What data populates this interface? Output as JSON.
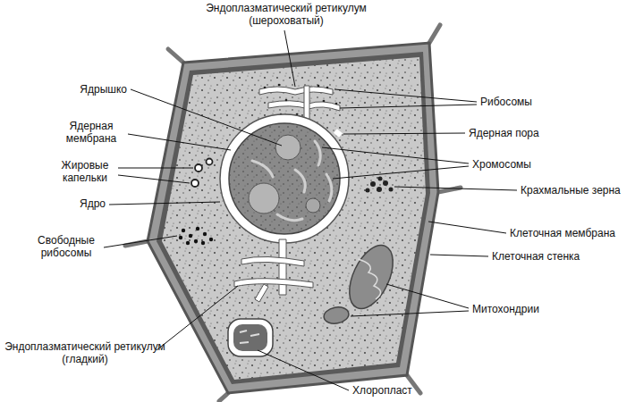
{
  "diagram": {
    "labels": [
      "Эндоплазматический ретикулум (шероховатый)",
      "Ядрышко",
      "Ядерная мембрана",
      "Жировые капельки",
      "Ядро",
      "Свободные рибосомы",
      "Эндоплазматический ретикулум (гладкий)",
      "Хлоропласт",
      "Рибосомы",
      "Ядерная пора",
      "Хромосомы",
      "Крахмальные зерна",
      "Клеточная мембрана",
      "Клеточная стенка",
      "Митохондрии"
    ]
  }
}
